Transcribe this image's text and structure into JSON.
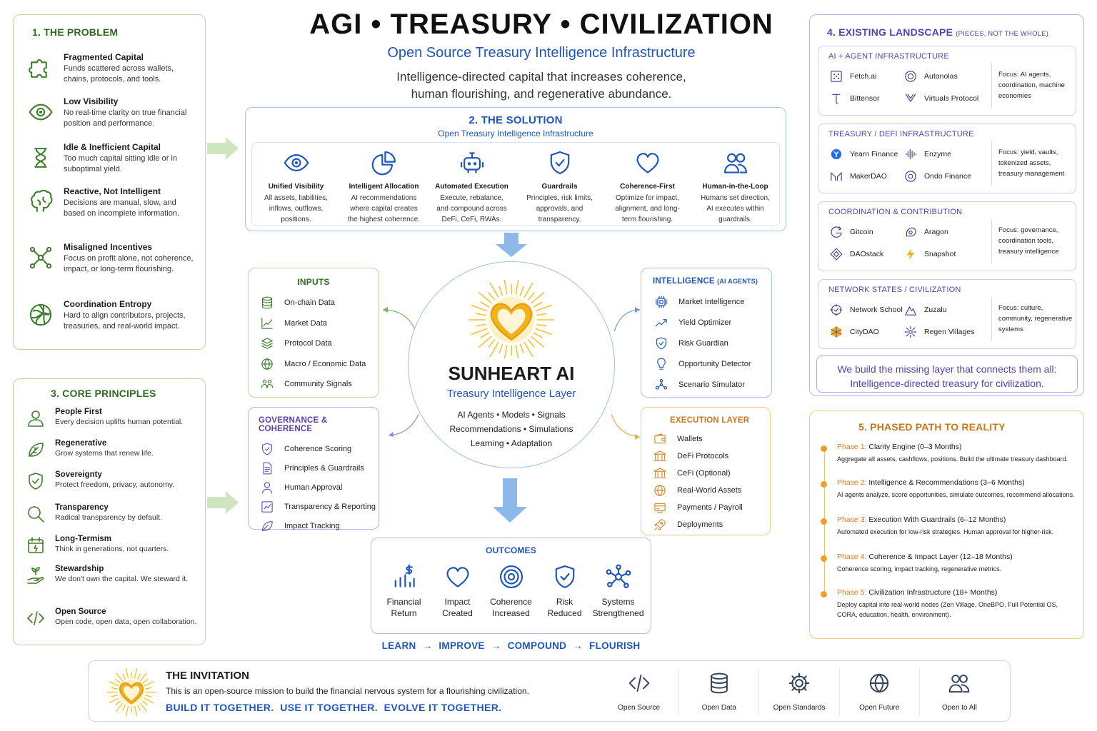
{
  "header": {
    "title": "AGI • TREASURY • CIVILIZATION",
    "subtitle": "Open Source Treasury Intelligence Infrastructure",
    "tagline_1": "Intelligence-directed capital that increases coherence,",
    "tagline_2": "human flourishing, and regenerative abundance."
  },
  "problem": {
    "heading": "1.  THE PROBLEM",
    "items": [
      {
        "title": "Fragmented Capital",
        "desc": "Funds scattered across wallets, chains, protocols, and tools.",
        "icon": "puzzle-icon"
      },
      {
        "title": "Low Visibility",
        "desc": "No real-time clarity on true financial position and performance.",
        "icon": "eye-icon"
      },
      {
        "title": "Idle & Inefficient Capital",
        "desc": "Too much capital sitting idle or in suboptimal yield.",
        "icon": "hourglass-icon"
      },
      {
        "title": "Reactive, Not Intelligent",
        "desc": "Decisions are manual, slow, and based on incomplete information.",
        "icon": "brain-icon"
      },
      {
        "title": "Misaligned Incentives",
        "desc": "Focus on profit alone, not coherence, impact, or long-term flourishing.",
        "icon": "network-icon"
      },
      {
        "title": "Coordination Entropy",
        "desc": "Hard to align contributors, projects, treasuries, and real-world impact.",
        "icon": "tangle-icon"
      }
    ]
  },
  "solution": {
    "heading": "2.  THE SOLUTION",
    "subheading": "Open Treasury Intelligence Infrastructure",
    "items": [
      {
        "title": "Unified Visibility",
        "desc": "All assets, liabilities, inflows, outflows, positions.",
        "icon": "eye-icon"
      },
      {
        "title": "Intelligent Allocation",
        "desc": "AI recommendations where capital creates the highest coherence.",
        "icon": "pie-chart-icon"
      },
      {
        "title": "Automated Execution",
        "desc": "Execute, rebalance, and compound across DeFi, CeFi, RWAs.",
        "icon": "robot-icon"
      },
      {
        "title": "Guardrails",
        "desc": "Principles, risk limits, approvals, and transparency.",
        "icon": "shield-icon"
      },
      {
        "title": "Coherence-First",
        "desc": "Optimize for impact, alignment, and long-term flourishing.",
        "icon": "heart-icon"
      },
      {
        "title": "Human-in-the-Loop",
        "desc": "Humans set direction, AI executes within guardrails.",
        "icon": "people-icon"
      }
    ]
  },
  "principles": {
    "heading": "3.  CORE PRINCIPLES",
    "items": [
      {
        "title": "People First",
        "desc": "Every decision uplifts human potential.",
        "icon": "person-icon"
      },
      {
        "title": "Regenerative",
        "desc": "Grow systems that renew life.",
        "icon": "leaf-icon"
      },
      {
        "title": "Sovereignty",
        "desc": "Protect freedom, privacy, autonomy.",
        "icon": "shield-check-icon"
      },
      {
        "title": "Transparency",
        "desc": "Radical transparency by default.",
        "icon": "magnifier-icon"
      },
      {
        "title": "Long-Termism",
        "desc": "Think in generations, not quarters.",
        "icon": "calendar-icon"
      },
      {
        "title": "Stewardship",
        "desc": "We don't own the capital. We steward it.",
        "icon": "hand-plant-icon"
      },
      {
        "title": "Open Source",
        "desc": "Open code, open data, open collaboration.",
        "icon": "code-icon"
      }
    ]
  },
  "inputs": {
    "heading": "INPUTS",
    "items": [
      "On-chain Data",
      "Market Data",
      "Protocol Data",
      "Macro / Economic Data",
      "Community Signals"
    ]
  },
  "governance": {
    "heading": "GOVERNANCE & COHERENCE",
    "items": [
      "Coherence Scoring",
      "Principles & Guardrails",
      "Human Approval",
      "Transparency & Reporting",
      "Impact Tracking"
    ]
  },
  "core": {
    "name": "SUNHEART AI",
    "layer": "Treasury Intelligence Layer",
    "line_1": "AI Agents • Models • Signals",
    "line_2": "Recommendations • Simulations",
    "line_3": "Learning • Adaptation"
  },
  "intelligence": {
    "heading": "INTELLIGENCE",
    "heading_suffix": "(AI AGENTS)",
    "items": [
      "Market Intelligence",
      "Yield Optimizer",
      "Risk Guardian",
      "Opportunity Detector",
      "Scenario Simulator"
    ]
  },
  "execution": {
    "heading": "EXECUTION LAYER",
    "items": [
      "Wallets",
      "DeFi Protocols",
      "CeFi (Optional)",
      "Real-World Assets",
      "Payments / Payroll",
      "Deployments"
    ]
  },
  "outcomes": {
    "heading": "OUTCOMES",
    "items": [
      {
        "l1": "Financial",
        "l2": "Return"
      },
      {
        "l1": "Impact",
        "l2": "Created"
      },
      {
        "l1": "Coherence",
        "l2": "Increased"
      },
      {
        "l1": "Risk",
        "l2": "Reduced"
      },
      {
        "l1": "Systems",
        "l2": "Strengthened"
      }
    ],
    "flow": [
      "LEARN",
      "IMPROVE",
      "COMPOUND",
      "FLOURISH"
    ],
    "arrow": "→"
  },
  "landscape": {
    "heading": "4.  EXISTING LANDSCAPE",
    "heading_suffix": "(PIECES, NOT THE WHOLE)",
    "groups": [
      {
        "name": "AI + AGENT INFRASTRUCTURE",
        "items": [
          "Fetch.ai",
          "Autonolas",
          "Bittensor",
          "Virtuals Protocol"
        ],
        "focus": "Focus: AI agents, coordination, machine economies"
      },
      {
        "name": "TREASURY / DEFI INFRASTRUCTURE",
        "items": [
          "Yearn Finance",
          "Enzyme",
          "MakerDAO",
          "Ondo Finance"
        ],
        "focus": "Focus: yield, vaults, tokenized assets, treasury management"
      },
      {
        "name": "COORDINATION & CONTRIBUTION",
        "items": [
          "Gitcoin",
          "Aragon",
          "DAOstack",
          "Snapshot"
        ],
        "focus": "Focus: governance, coordination tools, treasury intelligence"
      },
      {
        "name": "NETWORK STATES / CIVILIZATION",
        "items": [
          "Network School",
          "Zuzalu",
          "CityDAO",
          "Regen Villages"
        ],
        "focus": "Focus: culture, community, regenerative systems"
      }
    ],
    "callout_1": "We build the missing layer that connects them all:",
    "callout_2": "Intelligence-directed treasury for civilization."
  },
  "phases": {
    "heading": "5.  PHASED PATH TO REALITY",
    "items": [
      {
        "label": "Phase 1:",
        "title": "Clarity Engine (0–3 Months)",
        "desc": "Aggregate all assets, cashflows, positions. Build the ultimate treasury dashboard."
      },
      {
        "label": "Phase 2:",
        "title": "Intelligence & Recommendations (3–6 Months)",
        "desc": "AI agents analyze, score opportunities, simulate outcomes, recommend allocations."
      },
      {
        "label": "Phase 3:",
        "title": "Execution With Guardrails (6–12 Months)",
        "desc": "Automated execution for low-risk strategies. Human approval for higher-risk."
      },
      {
        "label": "Phase 4:",
        "title": "Coherence & Impact Layer (12–18 Months)",
        "desc": "Coherence scoring, impact tracking, regenerative metrics."
      },
      {
        "label": "Phase 5:",
        "title": "Civilization Infrastructure (18+ Months)",
        "desc": "Deploy capital into real-world nodes (Zen Village, OneBPO, Full Potential OS, CORA, education, health, environment)."
      }
    ]
  },
  "invitation": {
    "heading": "THE INVITATION",
    "text": "This is an open-source mission to build the financial nervous system for a flourishing civilization.",
    "cta": "BUILD IT TOGETHER.  USE IT TOGETHER.  EVOLVE IT TOGETHER.",
    "items": [
      "Open Source",
      "Open Data",
      "Open Standards",
      "Open Future",
      "Open to All"
    ]
  },
  "colors": {
    "green": "#2e6b1f",
    "blue": "#1f56b8",
    "purple": "#5a3fb0",
    "orange": "#c9761a",
    "gold": "#f2b21b"
  }
}
